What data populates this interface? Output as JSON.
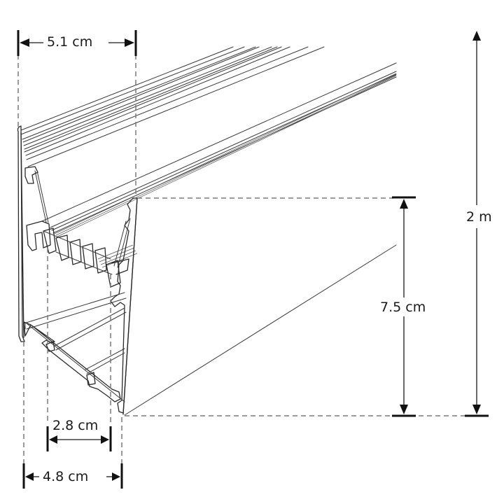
{
  "diagram": {
    "subject": "LED aluminium profile – dimension drawing",
    "stroke_color": "#2a2a2a",
    "guide_color": "#7a7a7a",
    "background": "#ffffff"
  },
  "dimensions": {
    "top_width": {
      "label": "5.1 cm",
      "orientation": "horizontal"
    },
    "height": {
      "label": "7.5 cm",
      "orientation": "vertical"
    },
    "length": {
      "label": "2 m",
      "orientation": "vertical"
    },
    "inner_width": {
      "label": "2.8 cm",
      "orientation": "horizontal"
    },
    "bottom_width": {
      "label": "4.8 cm",
      "orientation": "horizontal"
    }
  }
}
